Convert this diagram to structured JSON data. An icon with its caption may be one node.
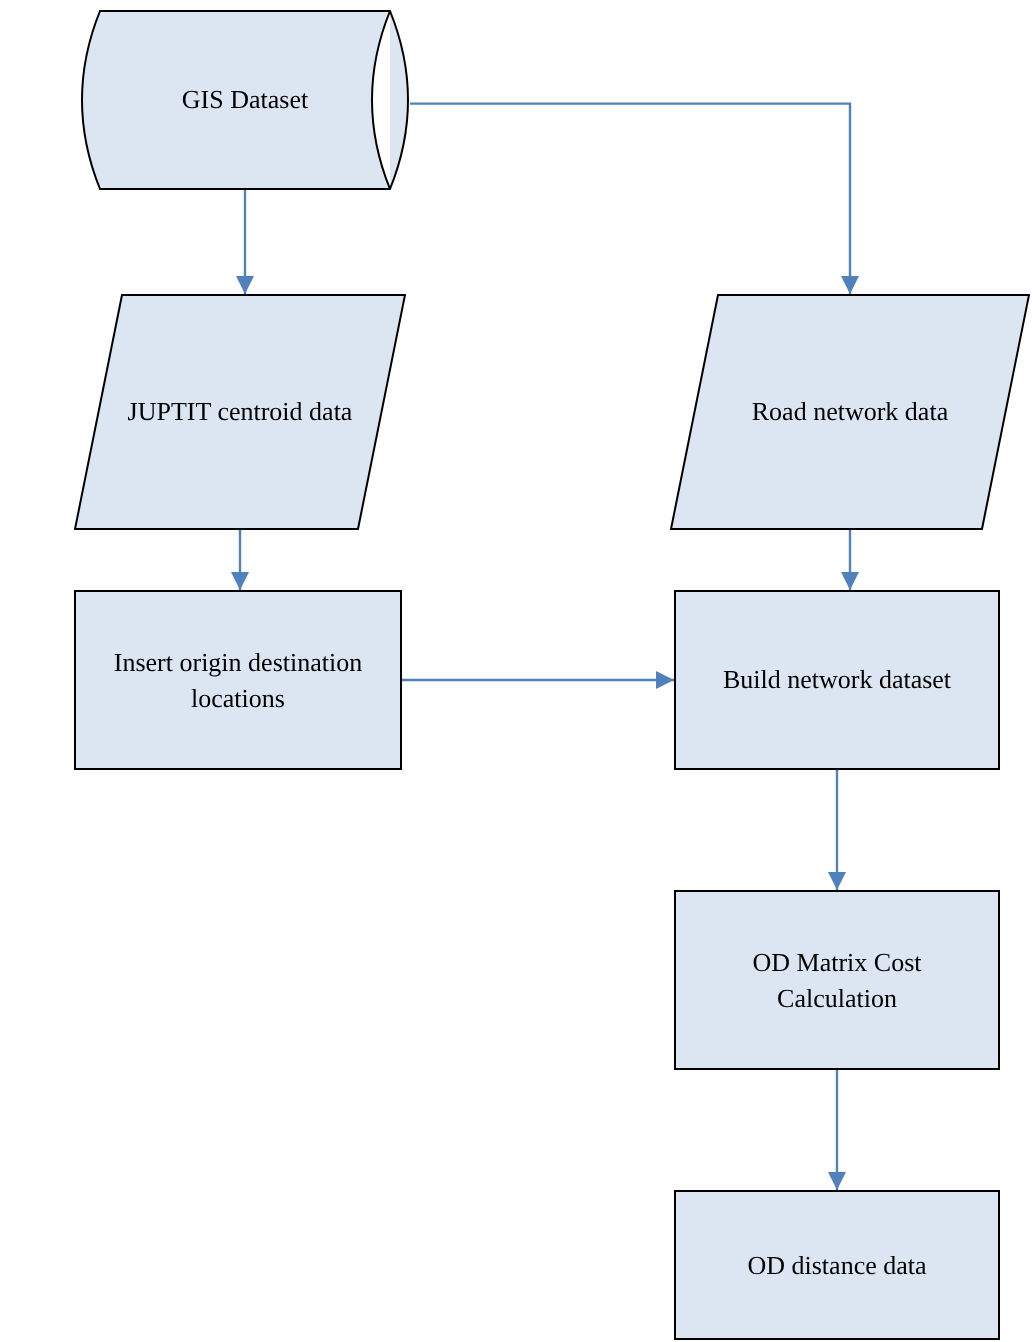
{
  "diagram": {
    "nodes": [
      {
        "text": [
          "GIS Dataset"
        ]
      },
      {
        "text": [
          "JUPTIT centroid data"
        ]
      },
      {
        "text": [
          "Road network data"
        ]
      },
      {
        "text": [
          "Insert origin destination locations"
        ]
      },
      {
        "text": [
          "Build network dataset"
        ]
      },
      {
        "text": [
          "OD Matrix Cost Calculation"
        ]
      },
      {
        "text": [
          "OD distance data"
        ]
      }
    ],
    "edges": [
      {
        "from": 0,
        "to": 1,
        "arrow": "to"
      },
      {
        "from": 0,
        "to": 2,
        "arrow": "to"
      },
      {
        "from": 1,
        "to": 3,
        "arrow": "to"
      },
      {
        "from": 2,
        "to": 4,
        "arrow": "to"
      },
      {
        "from": 3,
        "to": 4,
        "arrow": "to"
      },
      {
        "from": 4,
        "to": 5,
        "arrow": "to"
      },
      {
        "from": 5,
        "to": 6,
        "arrow": "to"
      }
    ]
  }
}
